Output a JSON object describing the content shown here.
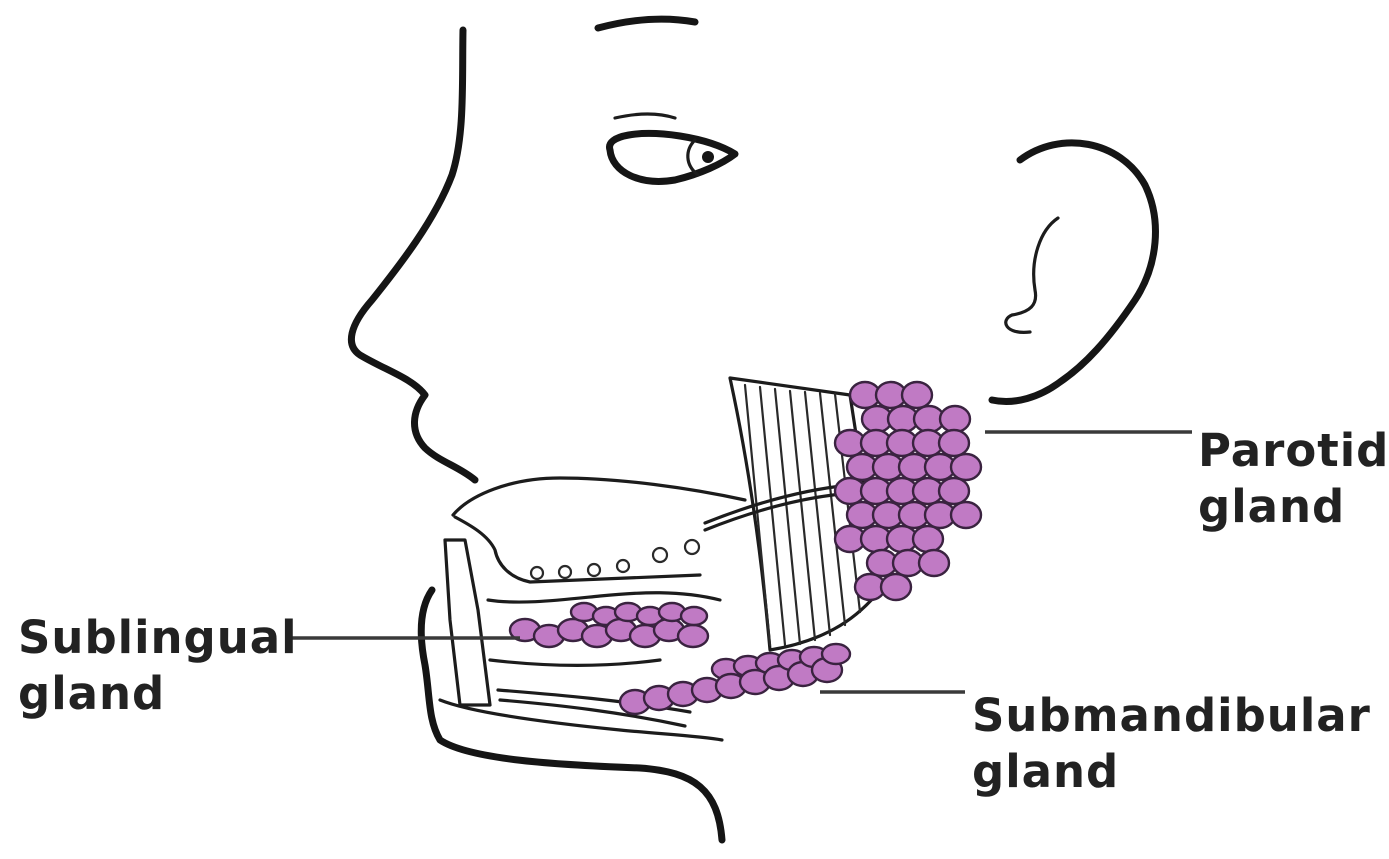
{
  "labels": {
    "parotid": {
      "line1": "Parotid",
      "line2": "gland"
    },
    "sublingual": {
      "line1": "Sublingual",
      "line2": "gland"
    },
    "submandibular": {
      "line1": "Submandibular",
      "line2": "gland"
    }
  },
  "colors": {
    "outline": "#151515",
    "gland_fill": "#c07ac4",
    "gland_outline": "#3a2340",
    "leader_line": "#3a3a3a",
    "label_text": "#222222"
  }
}
